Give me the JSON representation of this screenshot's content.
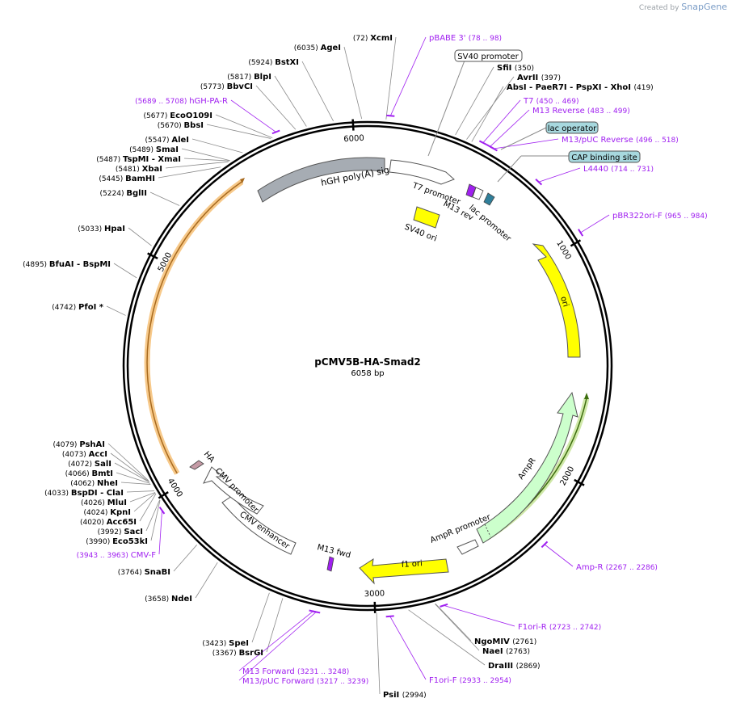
{
  "credit": {
    "created_by": "Created by",
    "brand": "SnapGene"
  },
  "plasmid": {
    "name": "pCMV5B-HA-Smad2",
    "size": "6058 bp",
    "length": 6058
  },
  "ticks": [
    {
      "bp": 1000,
      "label": "1000"
    },
    {
      "bp": 2000,
      "label": "2000"
    },
    {
      "bp": 3000,
      "label": "3000"
    },
    {
      "bp": 4000,
      "label": "4000"
    },
    {
      "bp": 5000,
      "label": "5000"
    },
    {
      "bp": 6000,
      "label": "6000"
    }
  ],
  "enzymes": [
    {
      "pos": "(72)",
      "name": "XcmI",
      "bp": 72
    },
    {
      "pos": "(6035)",
      "name": "AgeI",
      "bp": 6035
    },
    {
      "pos": "(5924)",
      "name": "BstXI",
      "bp": 5924
    },
    {
      "pos": "(350)",
      "name": "SfiI",
      "bp": 350
    },
    {
      "pos": "(397)",
      "name": "AvrII",
      "bp": 397
    },
    {
      "pos": "(419)",
      "name": "AbsI - PaeR7I - PspXI - XhoI",
      "bp": 419
    },
    {
      "pos": "(5817)",
      "name": "BlpI",
      "bp": 5817
    },
    {
      "pos": "(5773)",
      "name": "BbvCI",
      "bp": 5773
    },
    {
      "pos": "(5677)",
      "name": "EcoO109I",
      "bp": 5677
    },
    {
      "pos": "(5670)",
      "name": "BbsI",
      "bp": 5670
    },
    {
      "pos": "(5547)",
      "name": "AleI",
      "bp": 5547
    },
    {
      "pos": "(5489)",
      "name": "SmaI",
      "bp": 5489
    },
    {
      "pos": "(5487)",
      "name": "TspMI - XmaI",
      "bp": 5487
    },
    {
      "pos": "(5481)",
      "name": "XbaI",
      "bp": 5481
    },
    {
      "pos": "(5445)",
      "name": "BamHI",
      "bp": 5445
    },
    {
      "pos": "(5224)",
      "name": "BglII",
      "bp": 5224
    },
    {
      "pos": "(5033)",
      "name": "HpaI",
      "bp": 5033
    },
    {
      "pos": "(4895)",
      "name": "BfuAI - BspMI",
      "bp": 4895
    },
    {
      "pos": "(4742)",
      "name": "PfoI *",
      "bp": 4742
    },
    {
      "pos": "(4079)",
      "name": "PshAI",
      "bp": 4079
    },
    {
      "pos": "(4073)",
      "name": "AccI",
      "bp": 4073
    },
    {
      "pos": "(4072)",
      "name": "SalI",
      "bp": 4072
    },
    {
      "pos": "(4066)",
      "name": "BmtI",
      "bp": 4066
    },
    {
      "pos": "(4062)",
      "name": "NheI",
      "bp": 4062
    },
    {
      "pos": "(4033)",
      "name": "BspDI - ClaI",
      "bp": 4033
    },
    {
      "pos": "(4026)",
      "name": "MluI",
      "bp": 4026
    },
    {
      "pos": "(4024)",
      "name": "KpnI",
      "bp": 4024
    },
    {
      "pos": "(4020)",
      "name": "Acc65I",
      "bp": 4020
    },
    {
      "pos": "(3992)",
      "name": "SacI",
      "bp": 3992
    },
    {
      "pos": "(3990)",
      "name": "Eco53kI",
      "bp": 3990
    },
    {
      "pos": "(3764)",
      "name": "SnaBI",
      "bp": 3764
    },
    {
      "pos": "(3658)",
      "name": "NdeI",
      "bp": 3658
    },
    {
      "pos": "(3423)",
      "name": "SpeI",
      "bp": 3423
    },
    {
      "pos": "(3367)",
      "name": "BsrGI",
      "bp": 3367
    },
    {
      "pos": "(2994)",
      "name": "PsiI",
      "bp": 2994
    },
    {
      "pos": "(2869)",
      "name": "DraIII",
      "bp": 2869
    },
    {
      "pos": "(2763)",
      "name": "NaeI",
      "bp": 2763
    },
    {
      "pos": "(2761)",
      "name": "NgoMIV",
      "bp": 2761
    }
  ],
  "primers": [
    {
      "name": "pBABE 3'",
      "range": "(78 .. 98)",
      "bp": 88
    },
    {
      "name": "T7",
      "range": "(450 .. 469)",
      "bp": 460
    },
    {
      "name": "M13 Reverse",
      "range": "(483 .. 499)",
      "bp": 491
    },
    {
      "name": "M13/pUC Reverse",
      "range": "(496 .. 518)",
      "bp": 507
    },
    {
      "name": "L4440",
      "range": "(714 .. 731)",
      "bp": 722
    },
    {
      "name": "pBR322ori-F",
      "range": "(965 .. 984)",
      "bp": 975
    },
    {
      "name": "hGH-PA-R",
      "range": "(5689 .. 5708)",
      "bp": 5698
    },
    {
      "name": "Amp-R",
      "range": "(2267 .. 2286)",
      "bp": 2276
    },
    {
      "name": "F1ori-R",
      "range": "(2723 .. 2742)",
      "bp": 2732
    },
    {
      "name": "F1ori-F",
      "range": "(2933 .. 2954)",
      "bp": 2943
    },
    {
      "name": "M13 Forward",
      "range": "(3231 .. 3248)",
      "bp": 3240
    },
    {
      "name": "M13/pUC Forward",
      "range": "(3217 .. 3239)",
      "bp": 3228
    },
    {
      "name": "CMV-F",
      "range": "(3943 .. 3963)",
      "bp": 3953
    }
  ],
  "boxed_labels": [
    {
      "name": "SV40 promoter",
      "style": "plain"
    },
    {
      "name": "lac operator",
      "style": "teal"
    },
    {
      "name": "CAP binding site",
      "style": "teal"
    }
  ],
  "features": [
    {
      "name": "hGH poly(A) signal",
      "color": "#a6acb3"
    },
    {
      "name": "T7 promoter",
      "color": "#ffffff"
    },
    {
      "name": "M13 rev",
      "color": "#a020f0"
    },
    {
      "name": "lac promoter",
      "color": "#ffffff"
    },
    {
      "name": "SV40 ori",
      "color": "#ffff00"
    },
    {
      "name": "ori",
      "color": "#ffff00"
    },
    {
      "name": "AmpR",
      "color": "#ccffcc"
    },
    {
      "name": "AmpR promoter",
      "color": "#ffffff"
    },
    {
      "name": "f1 ori",
      "color": "#ffff00"
    },
    {
      "name": "M13 fwd",
      "color": "#a020f0"
    },
    {
      "name": "CMV enhancer",
      "color": "#ffffff"
    },
    {
      "name": "CMV promoter",
      "color": "#ffffff"
    },
    {
      "name": "HA",
      "color": "#c49aa5"
    }
  ],
  "colors": {
    "enzyme": "#000000",
    "primer": "#a020f0",
    "ring": "#000000",
    "orf_outer": "#f3a83b",
    "orf_inner": "#6a9f1e",
    "teal_box": "#a7d8de"
  }
}
